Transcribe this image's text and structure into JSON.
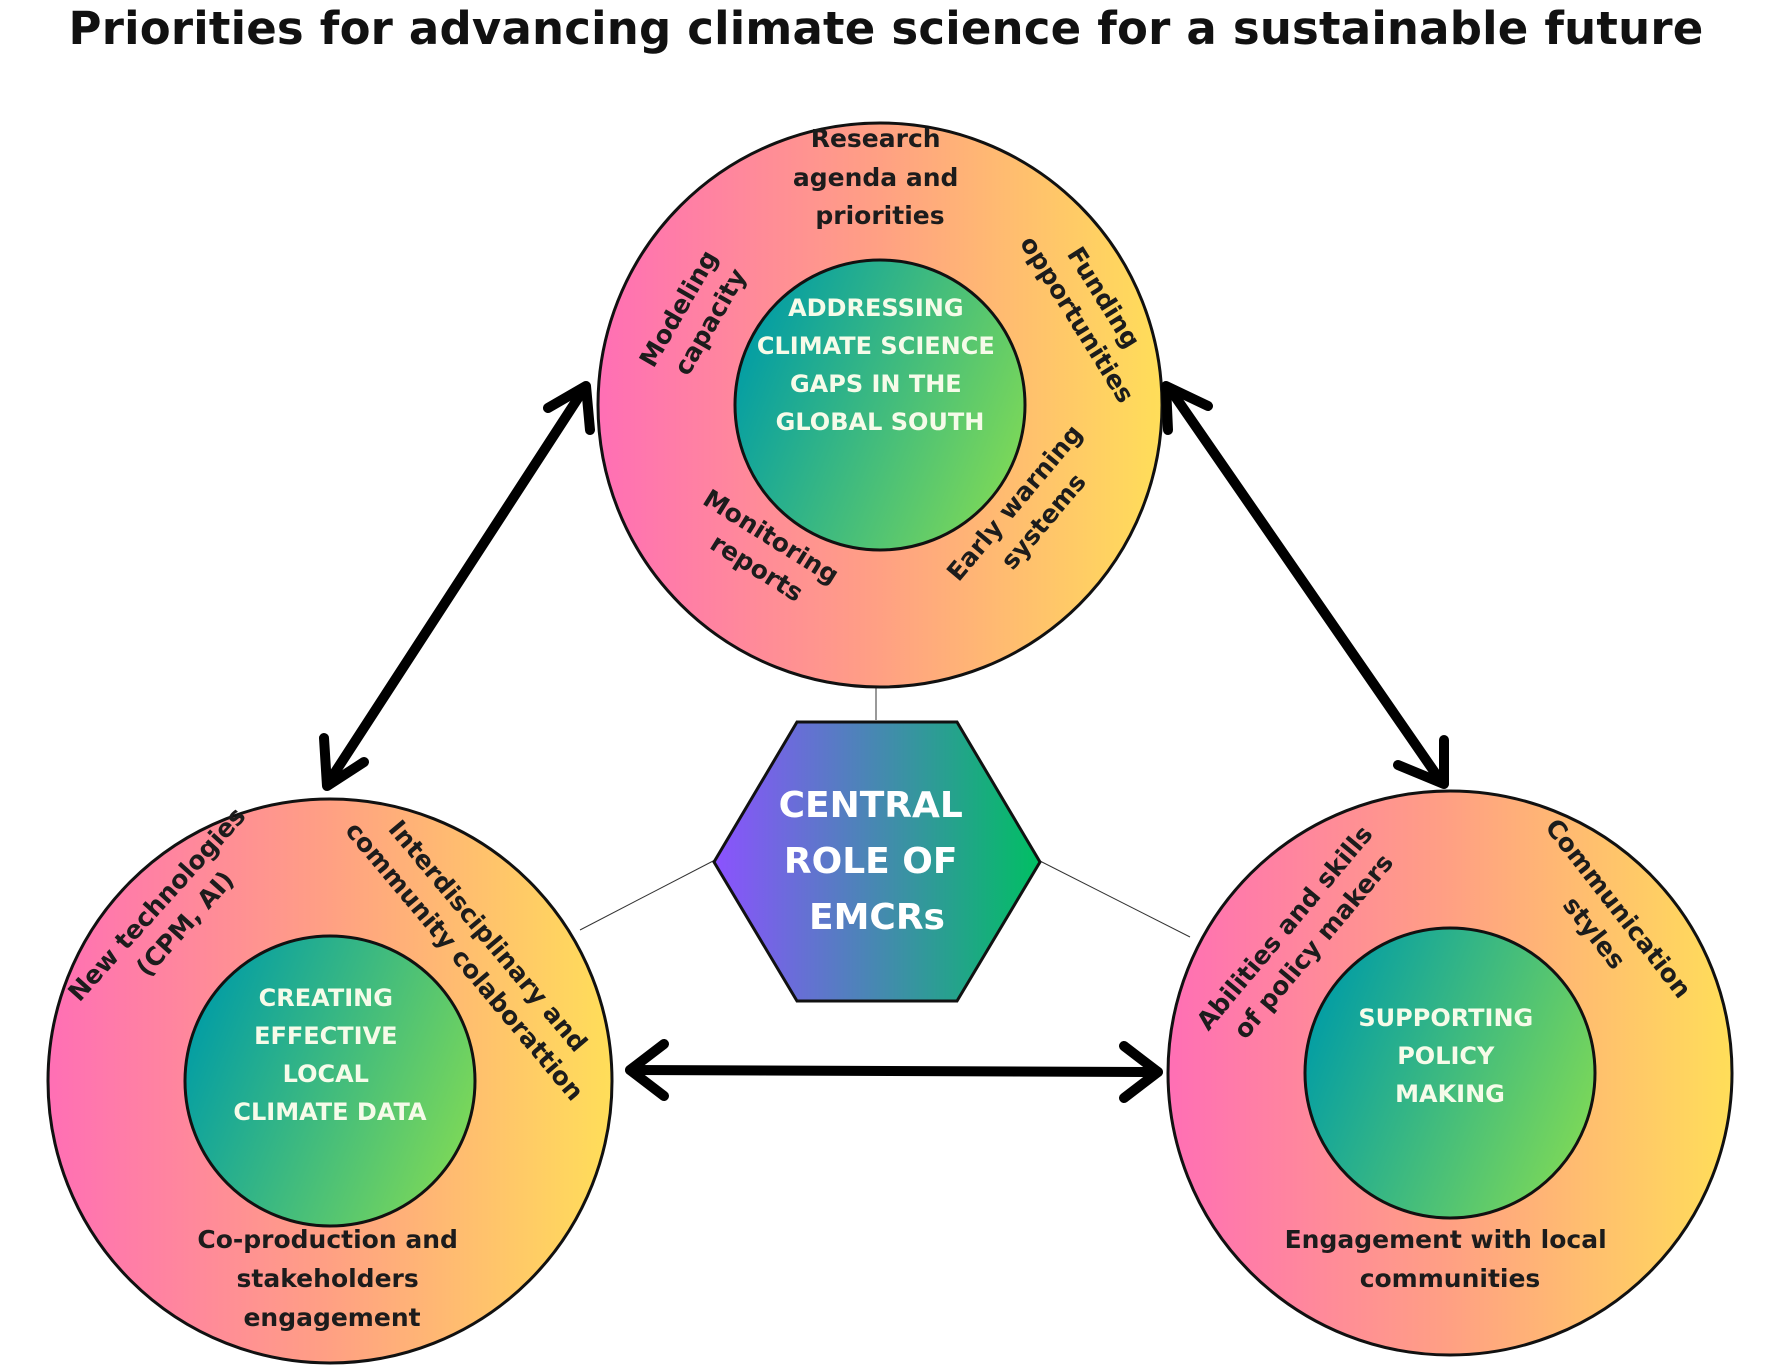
{
  "title": "Priorities for advancing climate science for a sustainable future",
  "colors": {
    "ring_left": "#ff6fb5",
    "ring_mid": "#ffa083",
    "ring_right": "#ffde59",
    "core_left": "#009ca6",
    "core_right": "#7ed957",
    "hex_left": "#8c52ff",
    "hex_right": "#00bf63",
    "arrow": "#000000"
  },
  "center": {
    "lines": [
      "CENTRAL",
      "ROLE OF",
      "EMCRs"
    ]
  },
  "top_circle": {
    "core": [
      "ADDRESSING",
      "CLIMATE SCIENCE",
      "GAPS IN THE",
      "GLOBAL SOUTH"
    ],
    "research": [
      "Research",
      "agenda and",
      "priorities"
    ],
    "funding": [
      "Funding",
      "opportunities"
    ],
    "modeling": [
      "Modeling",
      "capacity"
    ],
    "monitoring": [
      "Monitoring",
      "reports"
    ],
    "early_warning": [
      "Early warning",
      "systems"
    ]
  },
  "left_circle": {
    "core": [
      "CREATING",
      "EFFECTIVE",
      "LOCAL",
      "CLIMATE DATA"
    ],
    "new_tech": [
      "New technologies",
      "(CPM, AI)"
    ],
    "interdisciplinary": [
      "Interdisciplinary and",
      "community colaborattion"
    ],
    "coproduction": [
      "Co-production and",
      "stakeholders",
      "engagement"
    ]
  },
  "right_circle": {
    "core": [
      "SUPPORTING",
      "POLICY",
      "MAKING"
    ],
    "abilities": [
      "Abilities and skills",
      "of policy makers"
    ],
    "communication": [
      "Communication",
      "styles"
    ],
    "engagement": [
      "Engagement with local",
      "communities"
    ]
  }
}
